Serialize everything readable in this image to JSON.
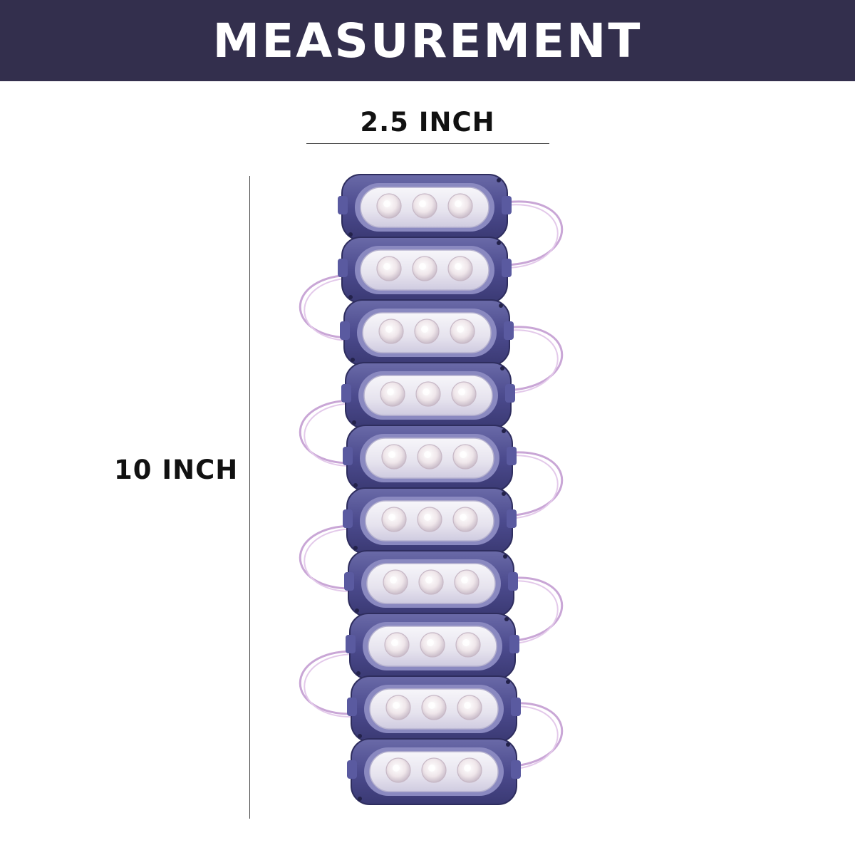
{
  "banner": {
    "title": "MEASUREMENT"
  },
  "dimensions": {
    "width_label": "2.5 INCH",
    "height_label": "10 INCH"
  },
  "product": {
    "module_count": 10,
    "leds_per_module": 3,
    "colors": {
      "banner_bg": "#332f4d",
      "housing": "#4a4a8c",
      "lens": "#eceaf2",
      "wire": "#c9a6d6"
    }
  }
}
